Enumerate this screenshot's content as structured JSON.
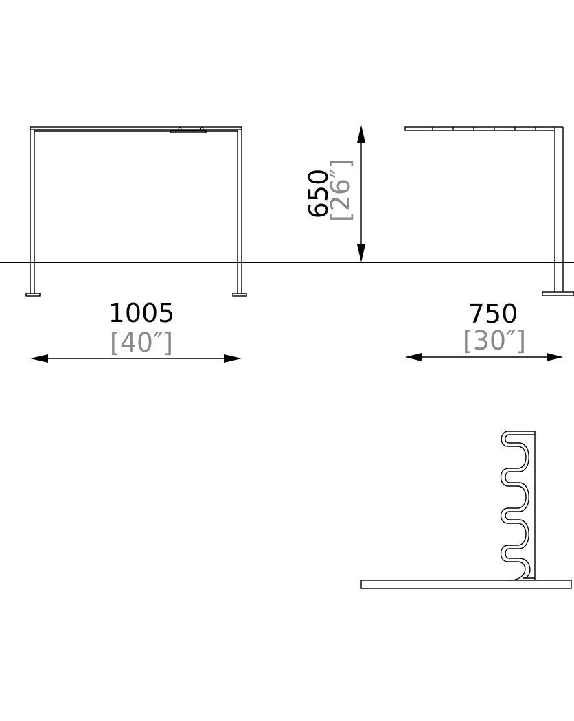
{
  "dimensions": {
    "width": {
      "metric": "1005",
      "imperial": "[40″]"
    },
    "height": {
      "metric": "650",
      "imperial": "[26″]"
    },
    "depth": {
      "metric": "750",
      "imperial": "[30″]"
    }
  },
  "colors": {
    "line": "#000000",
    "imperial_text": "#8a8a8a",
    "background": "#ffffff"
  }
}
